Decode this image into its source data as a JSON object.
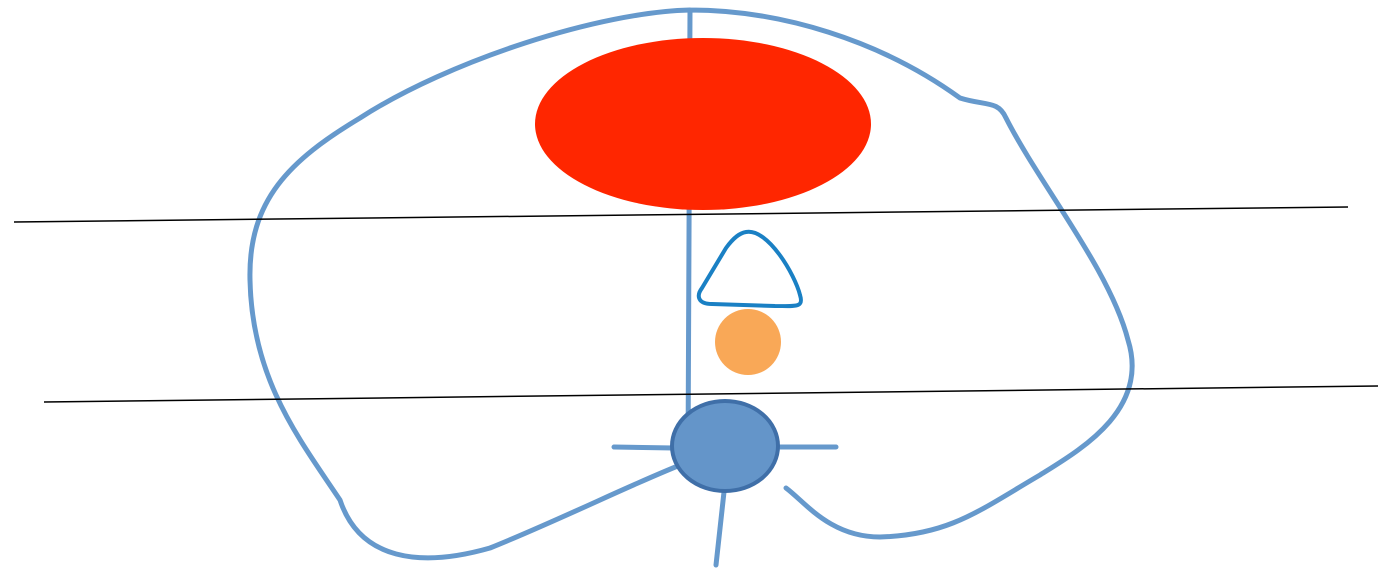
{
  "colors": {
    "background": "#ffffff",
    "outline_stroke": "#6699cc",
    "red_ellipse": "#ff2600",
    "triangle_stroke": "#1a80c4",
    "orange_circle": "#f9a857",
    "blue_circle_fill": "#6495c9",
    "blue_circle_stroke": "#3f6fa8",
    "line": "#000000"
  },
  "icons": {
    "outline": "irregular-closed-outline",
    "red_ellipse": "red-ellipse",
    "triangle": "rounded-triangle-outline",
    "orange_circle": "orange-circle",
    "blue_circle": "blue-circle-with-spokes"
  }
}
